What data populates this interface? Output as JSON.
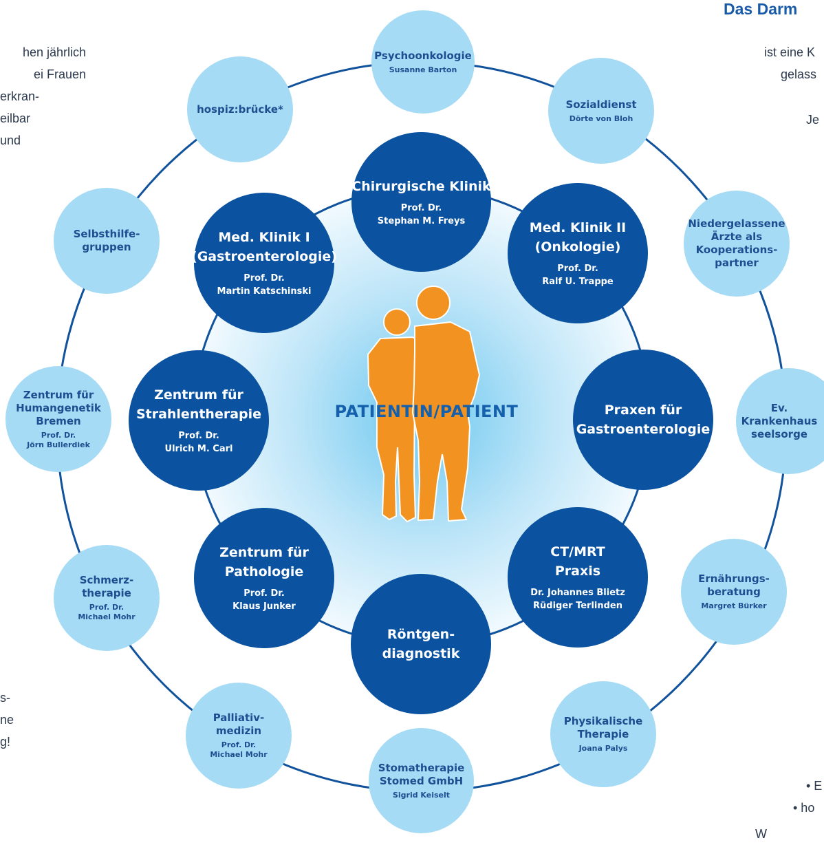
{
  "heading": "Das Darm",
  "left_text": {
    "top_lines": [
      "hen jährlich",
      "ei Frauen",
      "erkran-",
      "eilbar",
      "und"
    ],
    "bottom_lines": [
      "s-",
      "ne",
      "g!"
    ]
  },
  "right_text": {
    "top_lines": [
      "ist eine K",
      "gelass",
      "Je"
    ],
    "bottom_lines": [
      "• E",
      "• ho",
      "W"
    ]
  },
  "center_label": "PATIENTIN/PATIENT",
  "outer_nodes": [
    {
      "key": "psychoonkologie",
      "title": [
        "Psychoonkologie"
      ],
      "person": [
        "Susanne Barton"
      ]
    },
    {
      "key": "sozialdienst",
      "title": [
        "Sozialdienst"
      ],
      "person": [
        "Dörte von Bloh"
      ]
    },
    {
      "key": "niedergelassene",
      "title": [
        "Niedergelassene",
        "Ärzte als",
        "Kooperations-",
        "partner"
      ],
      "person": []
    },
    {
      "key": "krankenhausseelsorge",
      "title": [
        "Ev. Krankenhaus",
        "seelsorge"
      ],
      "person": []
    },
    {
      "key": "ernaehrung",
      "title": [
        "Ernährungs-",
        "beratung"
      ],
      "person": [
        "Margret Bürker"
      ]
    },
    {
      "key": "physikalische",
      "title": [
        "Physikalische",
        "Therapie"
      ],
      "person": [
        "Joana Palys"
      ]
    },
    {
      "key": "stomatherapie",
      "title": [
        "Stomatherapie",
        "Stomed GmbH"
      ],
      "person": [
        "Sigrid Keiselt"
      ]
    },
    {
      "key": "palliativmedizin",
      "title": [
        "Palliativ-",
        "medizin"
      ],
      "person": [
        "Prof. Dr.",
        "Michael Mohr"
      ]
    },
    {
      "key": "schmerztherapie",
      "title": [
        "Schmerz-",
        "therapie"
      ],
      "person": [
        "Prof. Dr.",
        "Michael Mohr"
      ]
    },
    {
      "key": "humangenetik",
      "title": [
        "Zentrum für",
        "Humangenetik",
        "Bremen"
      ],
      "person": [
        "Prof. Dr.",
        "Jörn Bullerdiek"
      ]
    },
    {
      "key": "selbsthilfe",
      "title": [
        "Selbsthilfe-",
        "gruppen"
      ],
      "person": []
    },
    {
      "key": "hospiz",
      "title": [
        "hospiz:brücke*"
      ],
      "person": []
    }
  ],
  "inner_nodes": [
    {
      "key": "chirurgie",
      "title": [
        "Chirurgische Klinik"
      ],
      "person": [
        "Prof. Dr.",
        "Stephan M. Freys"
      ]
    },
    {
      "key": "med2",
      "title": [
        "Med. Klinik II",
        "(Onkologie)"
      ],
      "person": [
        "Prof. Dr.",
        "Ralf U. Trappe"
      ]
    },
    {
      "key": "praxen",
      "title": [
        "Praxen für",
        "Gastroenterologie"
      ],
      "person": []
    },
    {
      "key": "ctmrt",
      "title": [
        "CT/MRT",
        "Praxis"
      ],
      "person": [
        "Dr. Johannes Blietz",
        "Rüdiger Terlinden"
      ]
    },
    {
      "key": "roentgen",
      "title": [
        "Röntgen-",
        "diagnostik"
      ],
      "person": []
    },
    {
      "key": "pathologie",
      "title": [
        "Zentrum für",
        "Pathologie"
      ],
      "person": [
        "Prof. Dr.",
        "Klaus Junker"
      ]
    },
    {
      "key": "strahlen",
      "title": [
        "Zentrum für",
        "Strahlentherapie"
      ],
      "person": [
        "Prof. Dr.",
        "Ulrich M. Carl"
      ]
    },
    {
      "key": "med1",
      "title": [
        "Med. Klinik I",
        "(Gastroenterologie)"
      ],
      "person": [
        "Prof. Dr.",
        "Martin Katschinski"
      ]
    }
  ]
}
